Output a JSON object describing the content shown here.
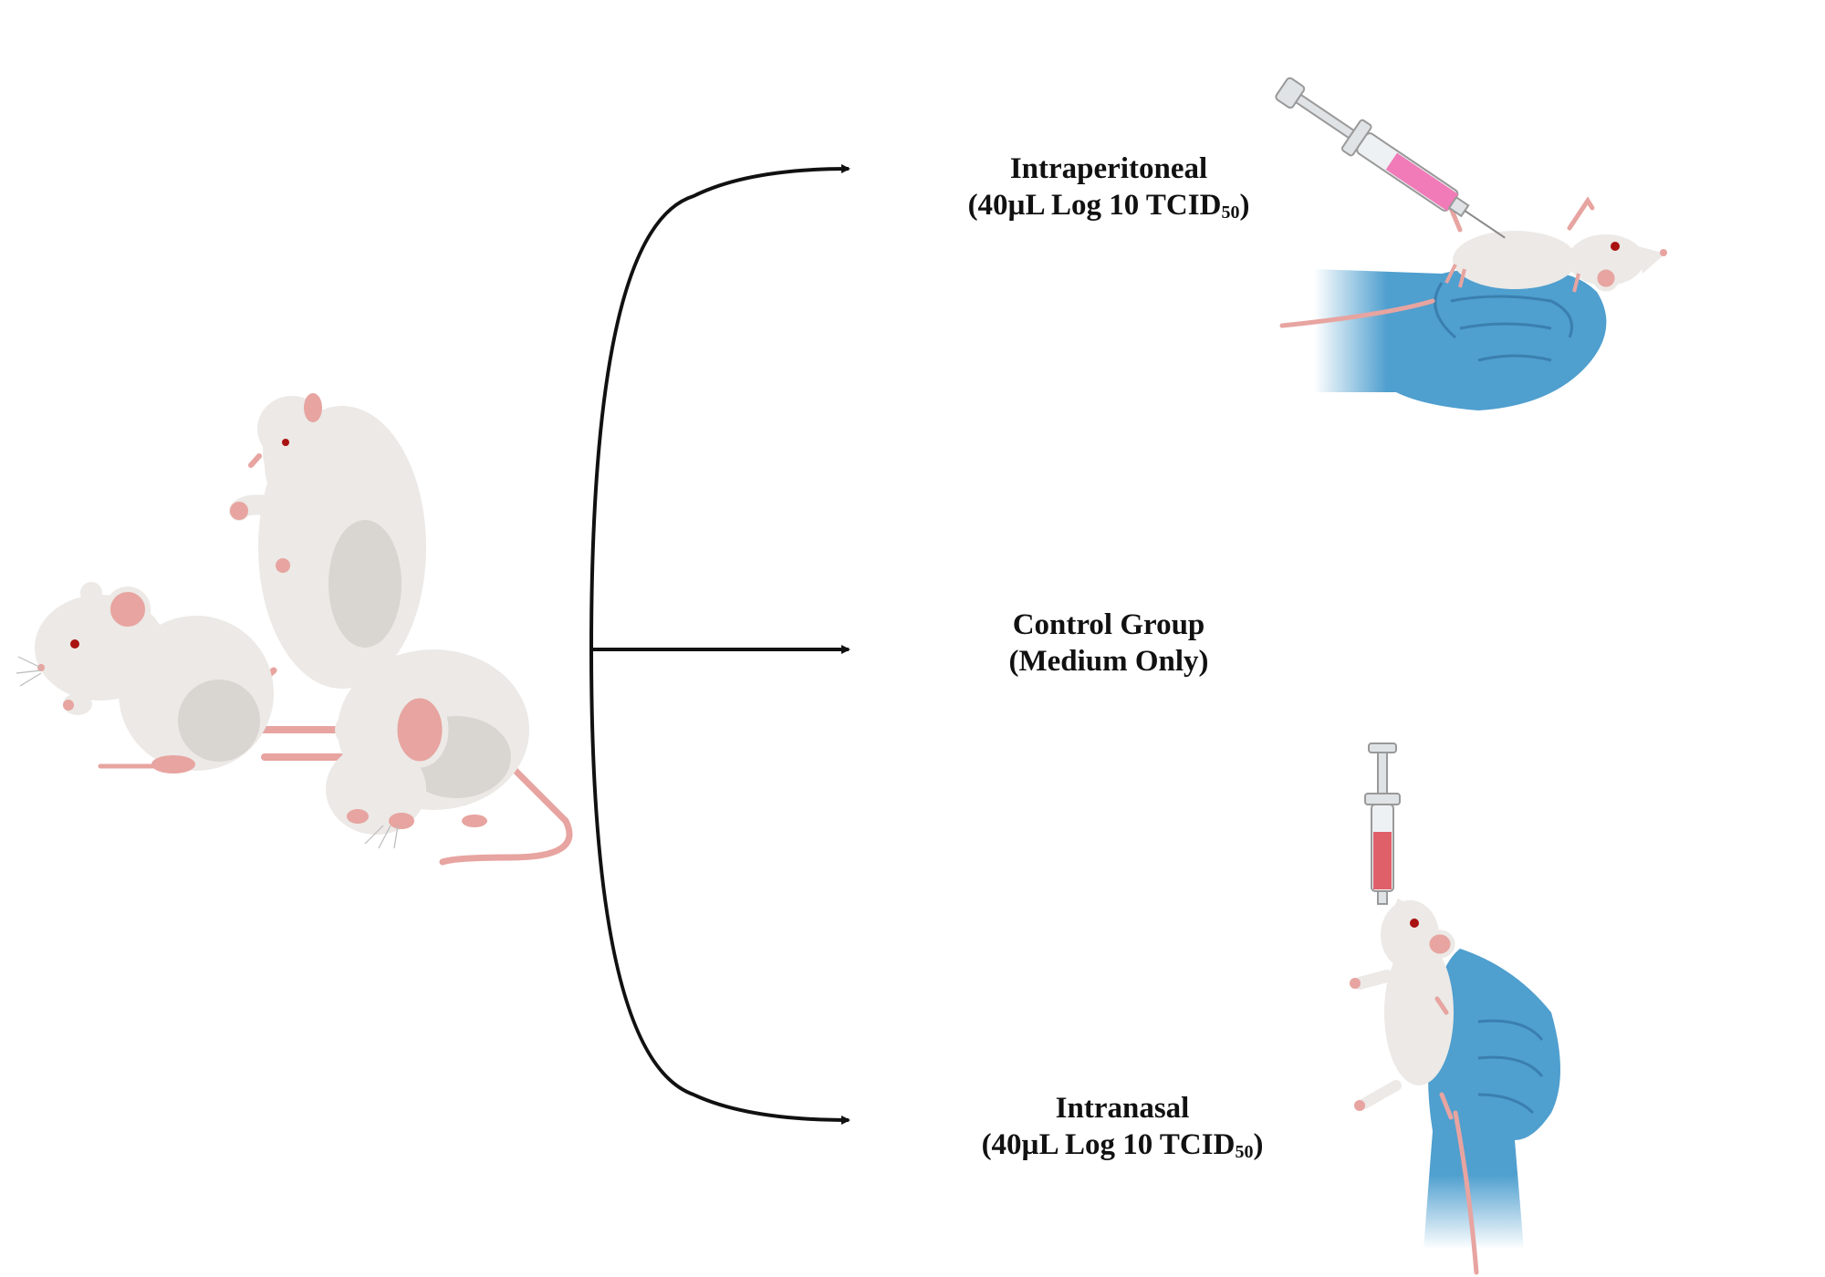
{
  "groups": {
    "intraperitoneal": {
      "title": "Intraperitoneal",
      "dose_prefix": "(40µL Log 10 TCID",
      "dose_sub": "50",
      "dose_suffix": ")"
    },
    "control": {
      "title": "Control Group",
      "dose": "(Medium Only)"
    },
    "intranasal": {
      "title": "Intranasal",
      "dose_prefix": "(40µL Log 10 TCID",
      "dose_sub": "50",
      "dose_suffix": ")"
    }
  },
  "colors": {
    "arrow": "#111111",
    "mouse_fur": "#ece9e6",
    "mouse_shade": "#d6d2ce",
    "mouse_pink": "#e7a4a0",
    "glove": "#4f9fcf",
    "glove_dark": "#3a7fae",
    "syringe_fluid_pink": "#f07bb8",
    "syringe_fluid_red": "#e0606a",
    "syringe_barrel": "#dfe3e6"
  },
  "icons": [
    "mice-group-illustration",
    "syringe-icon",
    "gloved-hand-icon",
    "mouse-icon"
  ]
}
